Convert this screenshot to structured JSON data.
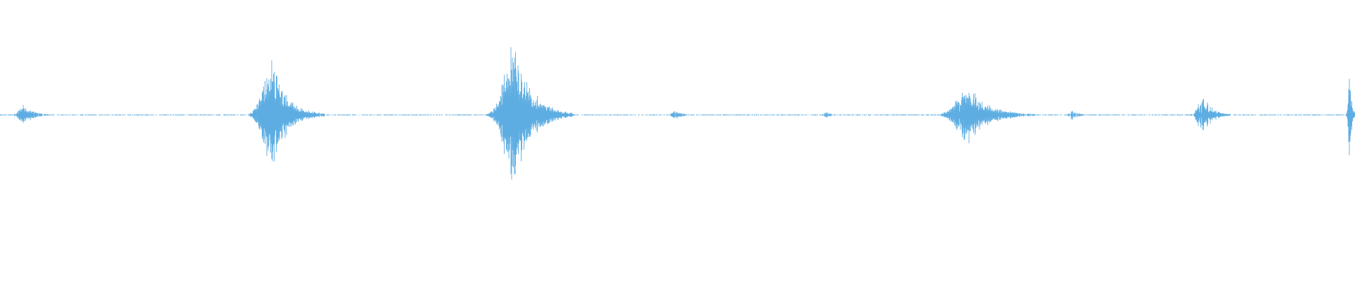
{
  "waveform": {
    "color": "#5dade2",
    "amplitude_scale": 1.0,
    "bursts": [
      {
        "center_s": 0.35,
        "width_s": 0.55,
        "peak": 0.14,
        "density": 0.9
      },
      {
        "center_s": 3.85,
        "width_s": 0.95,
        "peak": 0.72,
        "density": 1.0
      },
      {
        "center_s": 7.28,
        "width_s": 1.05,
        "peak": 1.0,
        "density": 1.0
      },
      {
        "center_s": 9.58,
        "width_s": 0.45,
        "peak": 0.06,
        "density": 0.7
      },
      {
        "center_s": 11.72,
        "width_s": 0.32,
        "peak": 0.05,
        "density": 0.6
      },
      {
        "center_s": 13.72,
        "width_s": 1.25,
        "peak": 0.4,
        "density": 0.9
      },
      {
        "center_s": 15.2,
        "width_s": 0.35,
        "peak": 0.08,
        "density": 0.6
      },
      {
        "center_s": 17.05,
        "width_s": 0.55,
        "peak": 0.28,
        "density": 0.8
      },
      {
        "center_s": 19.12,
        "width_s": 0.12,
        "peak": 0.75,
        "density": 1.0
      }
    ],
    "noise_floor": 0.012,
    "duration_s": 19.2
  }
}
